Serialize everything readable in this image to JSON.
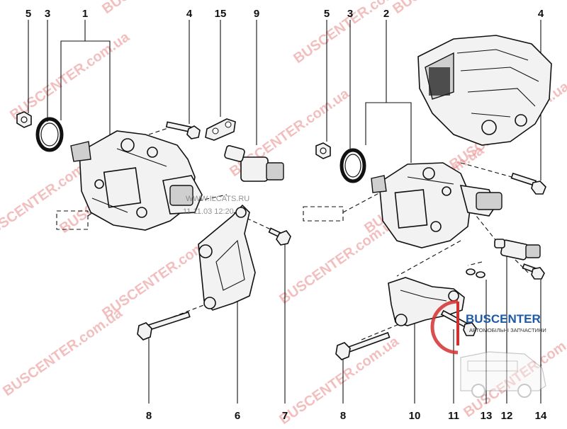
{
  "callouts_top_left": [
    "5",
    "3",
    "1",
    "4",
    "15",
    "9"
  ],
  "callouts_top_right": [
    "5",
    "3",
    "2",
    "4"
  ],
  "callouts_bottom_left": [
    "8",
    "6",
    "7"
  ],
  "callouts_bottom_right": [
    "8",
    "10",
    "11",
    "13",
    "12",
    "14"
  ],
  "watermark": {
    "text": "BUSCENTER.com.ua",
    "stamp_line1": "WWW.ILCATS.RU",
    "stamp_line2": "11.11.03 12:20"
  },
  "logo": {
    "name": "BUSCENTER",
    "tagline": "АВТОМОБІЛЬНІ ЗАПЧАСТИНИ"
  },
  "colors": {
    "watermark": "#e88a8a",
    "brand_blue": "#1e5aa8",
    "logo_red": "#d32f2f",
    "line": "#111111"
  }
}
